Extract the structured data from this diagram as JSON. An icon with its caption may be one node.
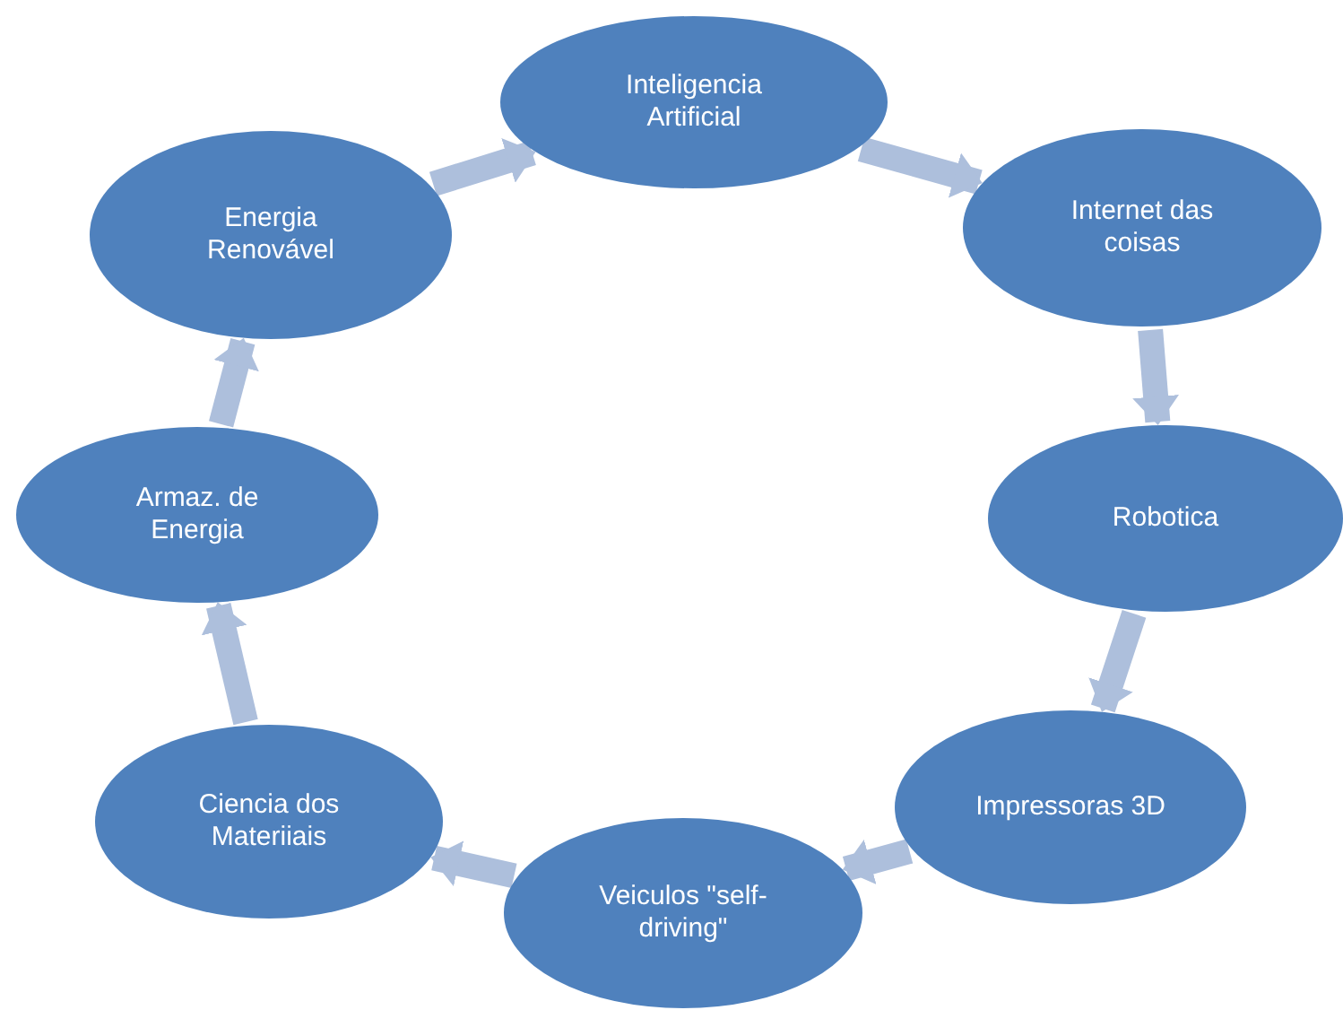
{
  "diagram": {
    "nodes": [
      {
        "text": [
          "Inteligencia Artificial"
        ]
      },
      {
        "text": [
          "Internet das coisas"
        ]
      },
      {
        "text": [
          "Robotica"
        ]
      },
      {
        "text": [
          "Impressoras 3D"
        ]
      },
      {
        "text": [
          "Veiculos \"self-driving\""
        ]
      },
      {
        "text": [
          "Ciencia dos Materiiais"
        ]
      },
      {
        "text": [
          "Armaz. de Energia"
        ]
      },
      {
        "text": [
          "Energia Renovável"
        ]
      }
    ],
    "edges": [
      {
        "from": 0,
        "to": 1,
        "arrow": "to"
      },
      {
        "from": 1,
        "to": 2,
        "arrow": "to"
      },
      {
        "from": 2,
        "to": 3,
        "arrow": "to"
      },
      {
        "from": 3,
        "to": 4,
        "arrow": "to"
      },
      {
        "from": 4,
        "to": 5,
        "arrow": "to"
      },
      {
        "from": 5,
        "to": 6,
        "arrow": "to"
      },
      {
        "from": 6,
        "to": 7,
        "arrow": "to"
      },
      {
        "from": 7,
        "to": 0,
        "arrow": "to"
      }
    ]
  }
}
